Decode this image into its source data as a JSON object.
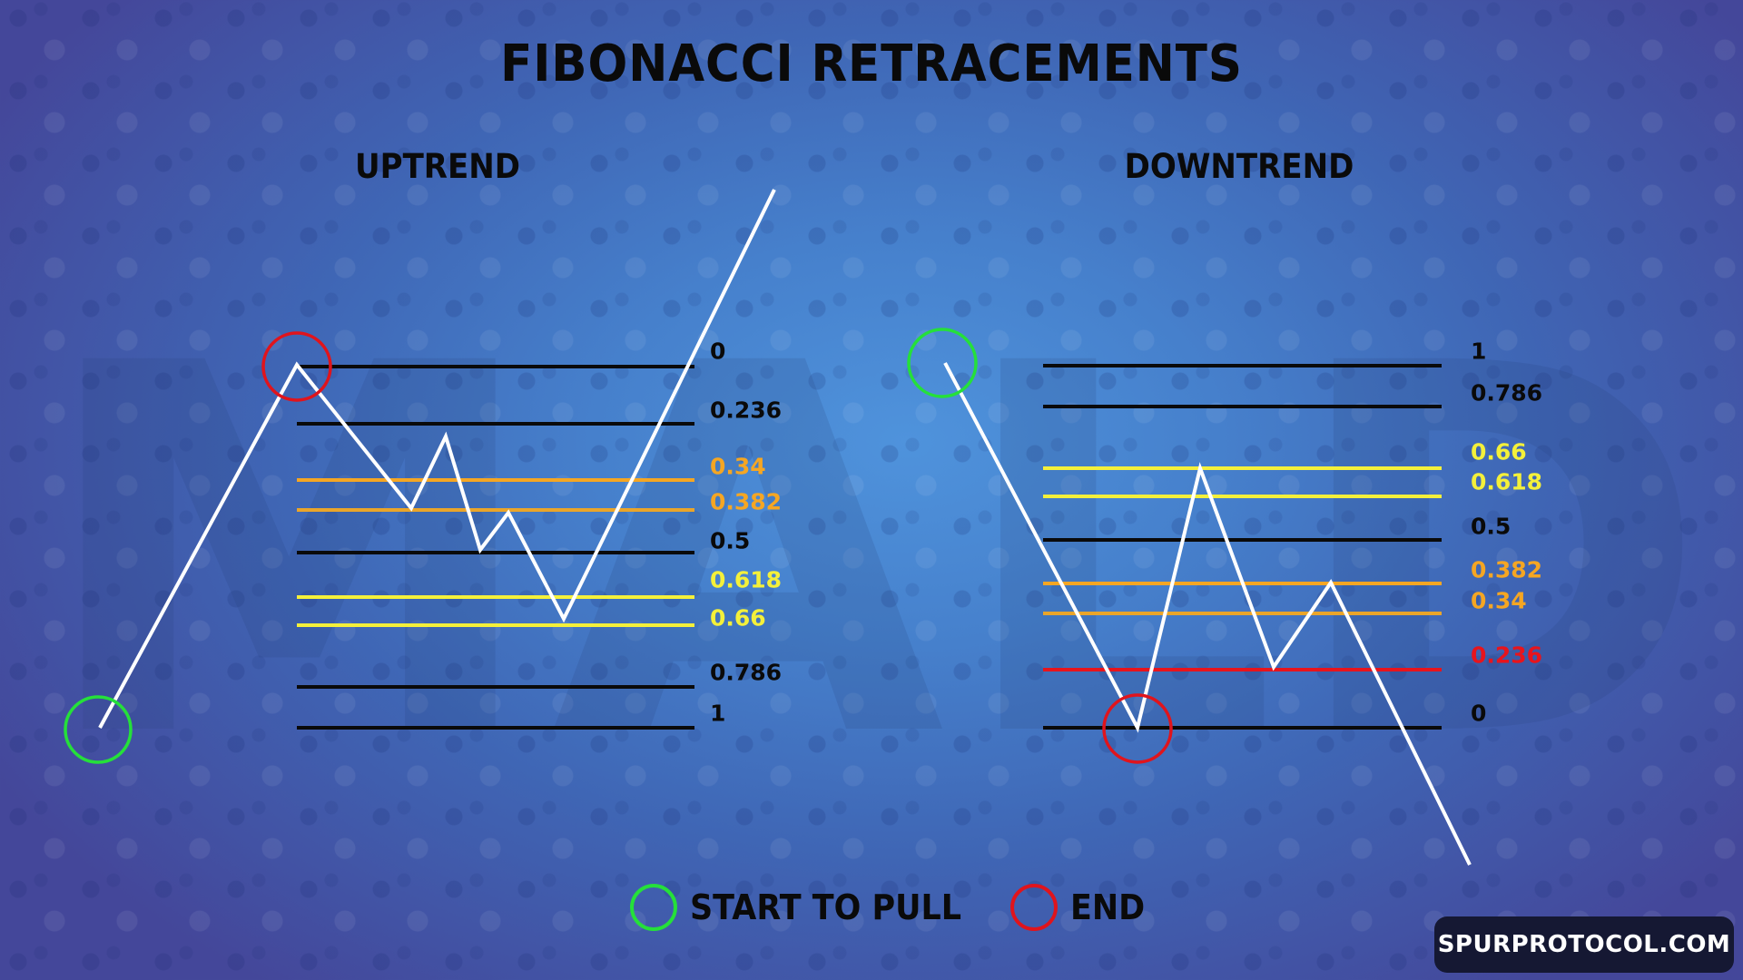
{
  "title": "FIBONACCI RETRACEMENTS",
  "watermark": "MALDO",
  "colors": {
    "black_level": "#0a0a0a",
    "orange_level": "#f5a623",
    "yellow_level": "#f4f03a",
    "red_level": "#e8141c",
    "price_line": "#ffffff",
    "start_circle": "#25e03a",
    "end_circle": "#e0141c"
  },
  "uptrend": {
    "heading": "UPTREND",
    "levels": [
      {
        "label": "0",
        "color": "black"
      },
      {
        "label": "0.236",
        "color": "black"
      },
      {
        "label": "0.34",
        "color": "orange"
      },
      {
        "label": "0.382",
        "color": "orange"
      },
      {
        "label": "0.5",
        "color": "black"
      },
      {
        "label": "0.618",
        "color": "yellow"
      },
      {
        "label": "0.66",
        "color": "yellow"
      },
      {
        "label": "0.786",
        "color": "black"
      },
      {
        "label": "1",
        "color": "black"
      }
    ]
  },
  "downtrend": {
    "heading": "DOWNTREND",
    "levels": [
      {
        "label": "1",
        "color": "black"
      },
      {
        "label": "0.786",
        "color": "black"
      },
      {
        "label": "0.66",
        "color": "yellow"
      },
      {
        "label": "0.618",
        "color": "yellow"
      },
      {
        "label": "0.5",
        "color": "black"
      },
      {
        "label": "0.382",
        "color": "orange"
      },
      {
        "label": "0.34",
        "color": "orange"
      },
      {
        "label": "0.236",
        "color": "red"
      },
      {
        "label": "0",
        "color": "black"
      }
    ]
  },
  "legend": {
    "start_label": "START TO PULL",
    "end_label": "END"
  },
  "badge": {
    "text": "SPURPROTOCOL.COM"
  }
}
